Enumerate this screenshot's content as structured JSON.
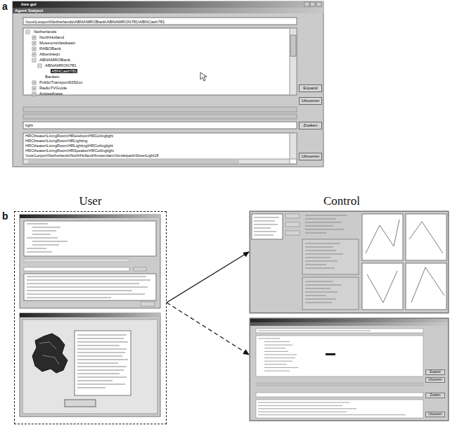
{
  "diagram": {
    "nodes": [
      {
        "text": [
          "User"
        ]
      },
      {
        "text": [
          "Control"
        ]
      },
      {
        "text": [
          "Expand",
          "Uitvoeren",
          "Zoeken",
          "Uitvoeren"
        ]
      }
    ],
    "edges": [
      {
        "from": 0,
        "to": 1,
        "arrow": "to"
      },
      {
        "from": 0,
        "to": 2,
        "arrow": "to"
      }
    ],
    "labels": [
      "a",
      "tree gui",
      "Agent Subject",
      "\\\\vos\\Lexport\\Netherlands\\ABNAMROBank\\ABNAMRON781\\ABNCash781",
      "Netherlands",
      "NorthHolland",
      "MuseumsVastkaart",
      "RABOBank",
      "AlbertHeijn",
      "ABNAMROBank",
      "ABNAMRON781",
      "ABNCash781",
      "Banken",
      "PublicTransport9292ov",
      "RadioTVGuide",
      "Antiwellness",
      "Expand",
      "Uitvoeren",
      "light",
      "Zoeken",
      "HRCtheater\\LivingRoom\\HRtelefoon\\HRCeilinglight",
      "HRCtheater\\LivingRoom\\HRLighting",
      "HRCtheater\\LivingRoom\\HRLighting\\HRCeilinglight",
      "HRCtheater\\LivingRoom\\HRSpeaker\\HRCeilinglight",
      "\\\\vos\\Lexport\\Netherlands\\NorthHolland\\Amsterdam\\Vondelpark\\StreetLight18",
      "Uitvoeren",
      "b"
    ]
  }
}
